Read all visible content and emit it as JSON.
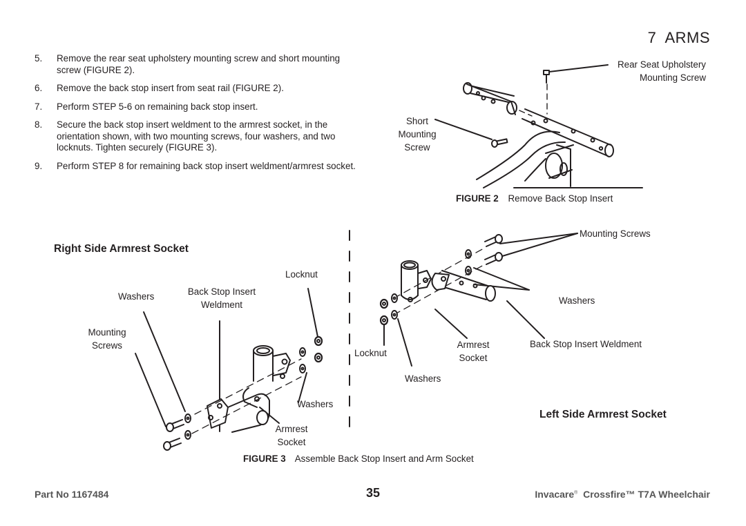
{
  "section": {
    "number": "7",
    "title": "ARMS"
  },
  "steps": [
    {
      "num": "5.",
      "text": "Remove the rear seat upholstery mounting screw and short mounting screw (FIGURE 2)."
    },
    {
      "num": "6.",
      "text": "Remove the back stop insert from seat rail (FIGURE 2)."
    },
    {
      "num": "7.",
      "text": "Perform STEP 5-6 on remaining back stop insert."
    },
    {
      "num": "8.",
      "text": "Secure the back stop insert weldment to the armrest socket, in the orientation shown, with two mounting screws, four washers, and two locknuts. Tighten securely (FIGURE 3)."
    },
    {
      "num": "9.",
      "text": "Perform STEP 8 for remaining back stop insert weldment/armrest socket."
    }
  ],
  "figure2": {
    "labels": {
      "rear_screw_1": "Rear Seat Upholstery",
      "rear_screw_2": "Mounting Screw",
      "short_1": "Short",
      "short_2": "Mounting",
      "short_3": "Screw"
    },
    "caption_label": "FIGURE 2",
    "caption_text": "Remove Back Stop Insert"
  },
  "figure3": {
    "right_heading": "Right Side Armrest Socket",
    "left_heading": "Left Side Armrest Socket",
    "right_labels": {
      "locknut": "Locknut",
      "washers_top": "Washers",
      "back_stop_1": "Back Stop Insert",
      "back_stop_2": "Weldment",
      "mounting_1": "Mounting",
      "mounting_2": "Screws",
      "washers_bottom": "Washers",
      "armrest_1": "Armrest",
      "armrest_2": "Socket"
    },
    "left_labels": {
      "mounting_screws": "Mounting Screws",
      "washers_right": "Washers",
      "armrest_1": "Armrest",
      "armrest_2": "Socket",
      "back_stop": "Back Stop Insert Weldment",
      "locknut": "Locknut",
      "washers_bottom": "Washers"
    },
    "caption_label": "FIGURE 3",
    "caption_text": "Assemble Back Stop Insert and Arm Socket"
  },
  "footer": {
    "part_no": "Part No 1167484",
    "page": "35",
    "brand": "Invacare",
    "reg": "®",
    "product": "Crossfire™ T7A Wheelchair"
  }
}
